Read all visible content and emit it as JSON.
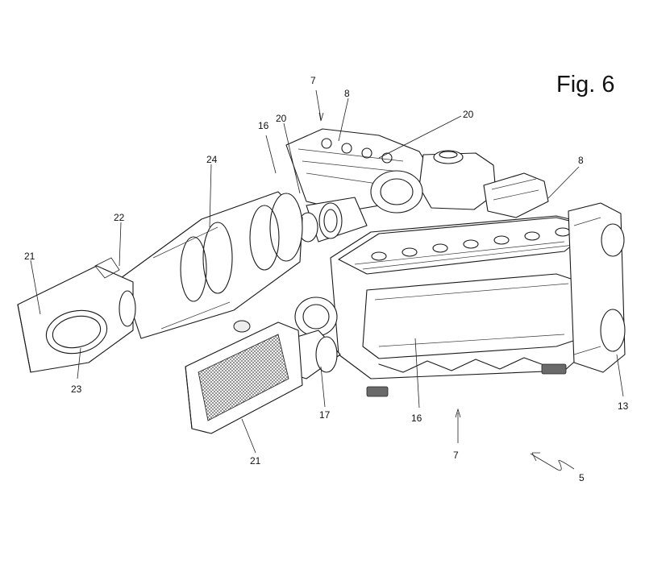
{
  "figure": {
    "title": "Fig. 6",
    "labels": [
      "7",
      "8",
      "20",
      "20",
      "16",
      "24",
      "22",
      "21",
      "23",
      "8",
      "16",
      "17",
      "21",
      "13",
      "7",
      "5"
    ]
  },
  "colors": {
    "ink": "#1a1a1a",
    "background": "#ffffff",
    "mesh": "#6a6a6a"
  }
}
